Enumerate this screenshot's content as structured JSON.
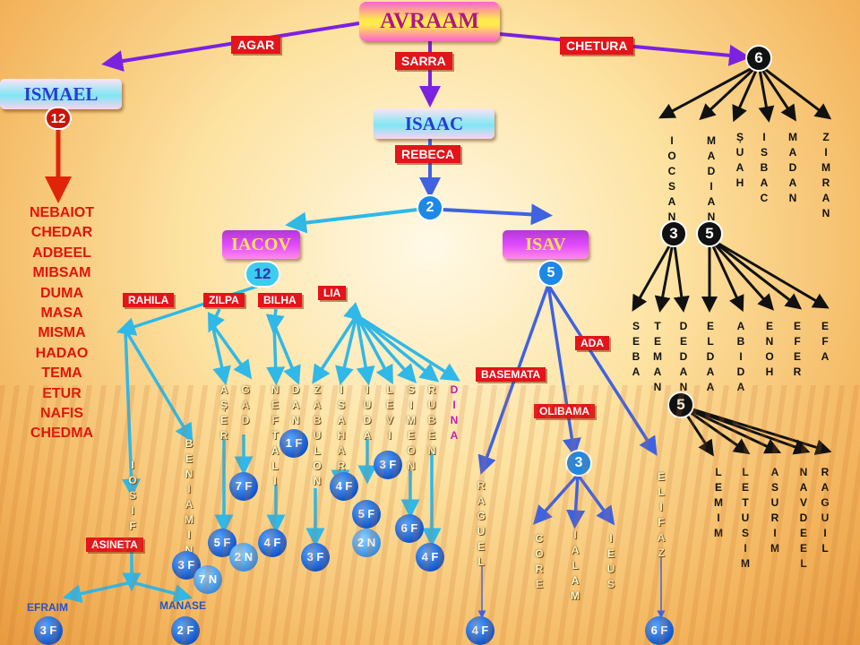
{
  "root": "AVRAAM",
  "ismael": {
    "name": "ISMAEL",
    "count": "12",
    "sons": [
      "NEBAIOT",
      "CHEDAR",
      "ADBEEL",
      "MIBSAM",
      "DUMA",
      "MASA",
      "MISMA",
      "HADAO",
      "TEMA",
      "ETUR",
      "NAFIS",
      "CHEDMA"
    ]
  },
  "isaac": {
    "name": "ISAAC",
    "wife": "REBECA",
    "count": "2"
  },
  "wives": {
    "agar": "AGAR",
    "sarra": "SARRA",
    "chetura": "CHETURA"
  },
  "chetura": {
    "count": "6",
    "sons": [
      "IOCSAN",
      "MADIAN",
      "ȘUAH",
      "ISBAC",
      "MADAN",
      "ZIMRAN"
    ],
    "iocsan_count": "3",
    "iocsan_sons": [
      "SEBA",
      "TEMAN",
      "DEDAN"
    ],
    "madian_count": "5",
    "madian_sons": [
      "ELDAA",
      "ABIDA",
      "ENOH",
      "EFER",
      "EFA"
    ],
    "extra_count": "5",
    "extra_sons": [
      "LEMIM",
      "LETUSIM",
      "ASURIM",
      "NAVDEEL",
      "RAGUIL"
    ]
  },
  "iacov": {
    "name": "IACOV",
    "count": "12",
    "wives": {
      "rahila": "RAHILA",
      "zilpa": "ZILPA",
      "bilha": "BILHA",
      "lia": "LIA"
    },
    "sons": [
      "IOSIF",
      "BENIAMIN",
      "AȘER",
      "GAD",
      "NEFTALI",
      "DAN",
      "ZABULON",
      "ISAHAR",
      "IUDA",
      "LEVI",
      "SIMEON",
      "RUBEN",
      "DINA"
    ],
    "asineta": "ASINETA",
    "grandsons": [
      "EFRAIM",
      "MANASE"
    ],
    "badges": {
      "efraim": "3 F",
      "manase": "2 F",
      "beniamin_f": "3 F",
      "beniamin_n": "7 N",
      "aser_f": "5 F",
      "aser_n": "2 N",
      "gad": "7 F",
      "neftali": "4 F",
      "dan": "1 F",
      "zabulon": "3 F",
      "isahar": "4 F",
      "iuda_f": "5 F",
      "iuda_n": "2 N",
      "levi": "3 F",
      "simeon": "6 F",
      "ruben": "4 F"
    }
  },
  "isav": {
    "name": "ISAV",
    "count": "5",
    "wives": {
      "basemata": "BASEMATA",
      "olibama": "OLIBAMA",
      "ada": "ADA"
    },
    "sons": [
      "RAGUEL",
      "CORE",
      "IALAM",
      "IEUS",
      "ELIFAZ"
    ],
    "olibama_count": "3",
    "badges": {
      "raguel": "4 F",
      "elifaz": "6 F"
    }
  }
}
